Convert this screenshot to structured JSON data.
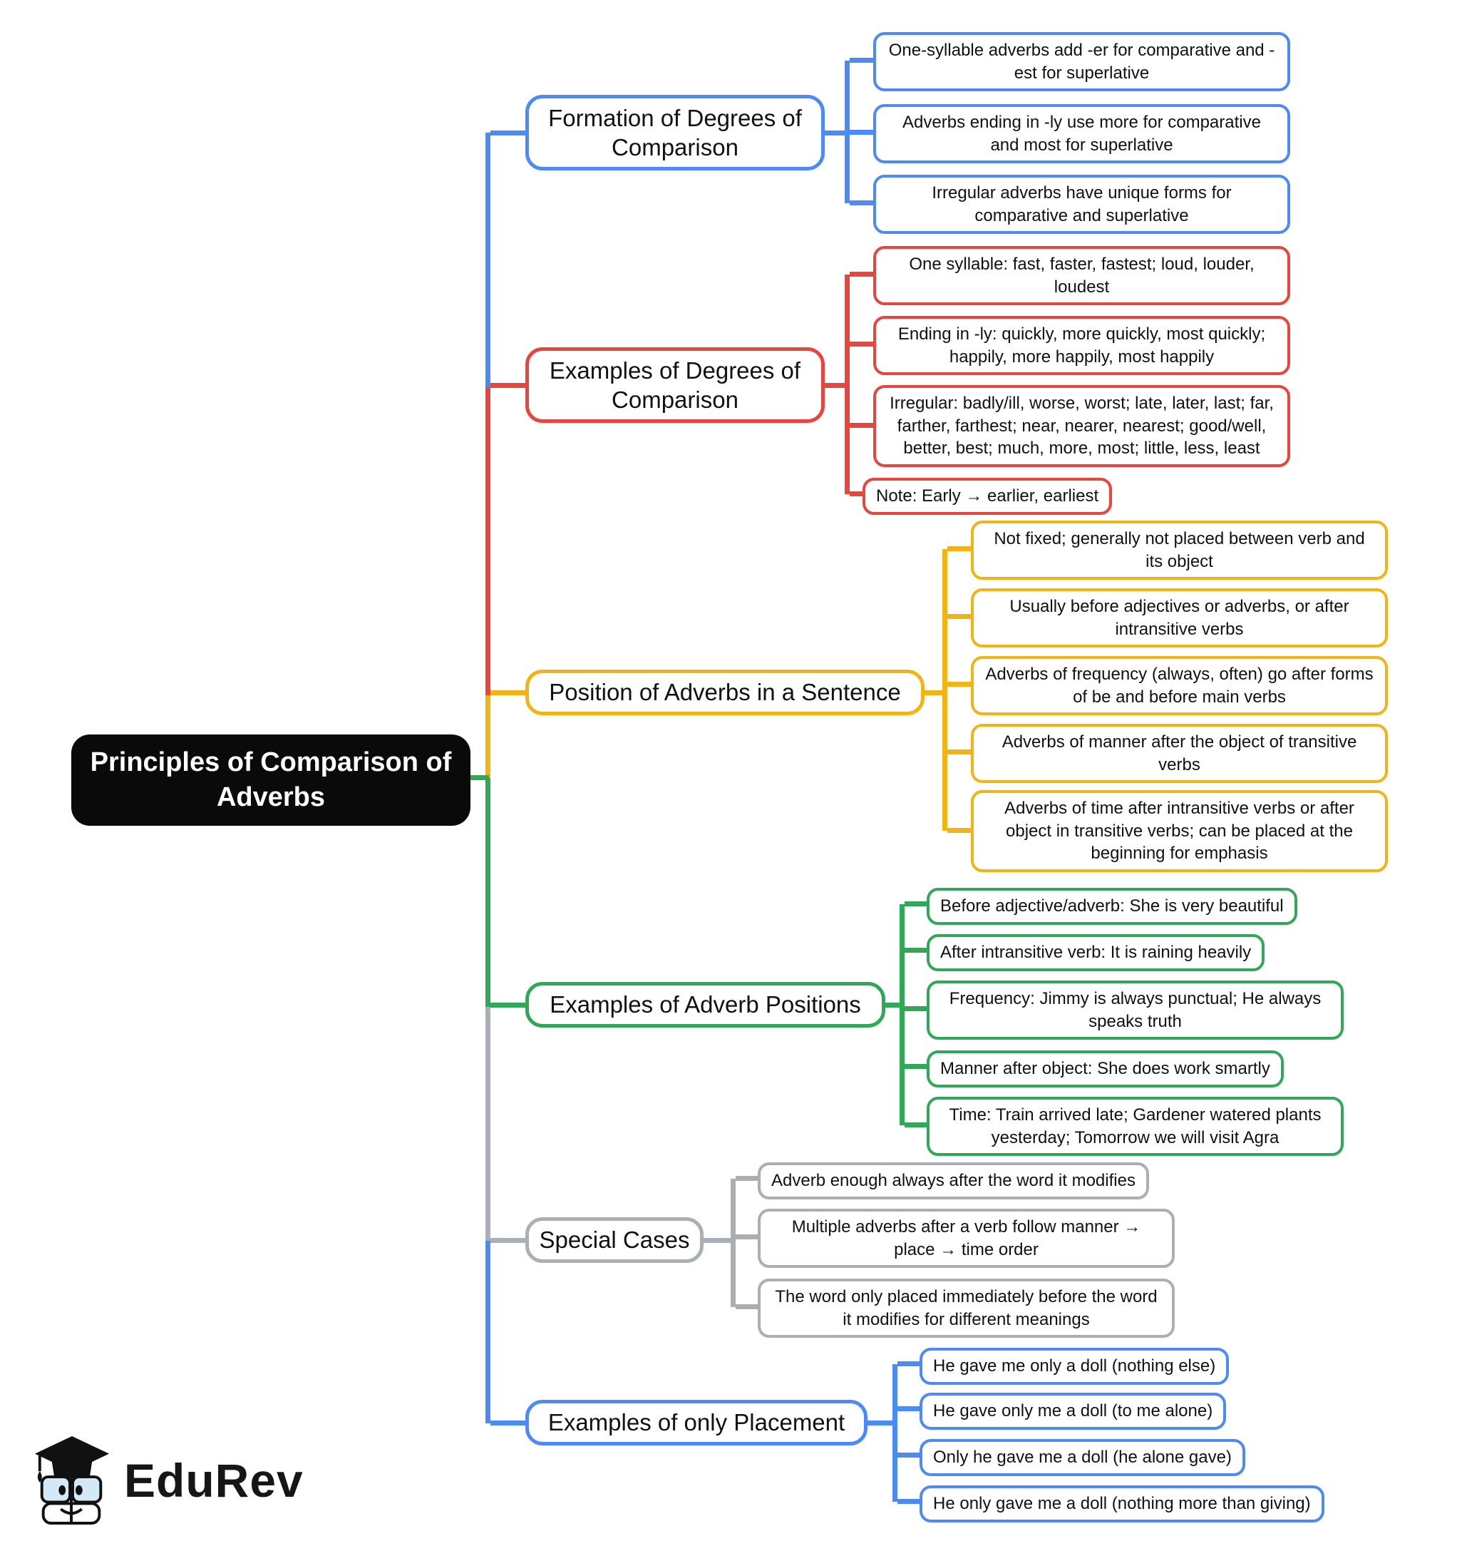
{
  "root": {
    "label": "Principles of Comparison of Adverbs",
    "bg_color": "#0A0A0A",
    "text_color": "#FFFFFF"
  },
  "colors": {
    "blue": "#4C8BF5",
    "red": "#E8463C",
    "yellow": "#F2B415",
    "green": "#2FA858",
    "gray": "#AAAFB4"
  },
  "branches": [
    {
      "label": "Formation of Degrees of Comparison",
      "color_name": "blue",
      "color": "#4C8BF5",
      "children": [
        "One-syllable adverbs add -er for comparative and -est for superlative",
        "Adverbs ending in -ly use more for comparative and most for superlative",
        "Irregular adverbs have unique forms for comparative and superlative"
      ]
    },
    {
      "label": "Examples of Degrees of Comparison",
      "color_name": "red",
      "color": "#E8463C",
      "children": [
        "One syllable: fast, faster, fastest; loud, louder, loudest",
        "Ending in -ly: quickly, more quickly, most quickly; happily, more happily, most happily",
        "Irregular: badly/ill, worse, worst; late, later, last; far, farther, farthest; near, nearer, nearest; good/well, better, best; much, more, most; little, less, least",
        "Note: Early → earlier, earliest"
      ]
    },
    {
      "label": "Position of Adverbs in a Sentence",
      "color_name": "yellow",
      "color": "#F2B415",
      "children": [
        "Not fixed; generally not placed between verb and its object",
        "Usually before adjectives or adverbs, or after intransitive verbs",
        "Adverbs of frequency (always, often) go after forms of be and before main verbs",
        "Adverbs of manner after the object of transitive verbs",
        "Adverbs of time after intransitive verbs or after object in transitive verbs; can be placed at the beginning for emphasis"
      ]
    },
    {
      "label": "Examples of Adverb Positions",
      "color_name": "green",
      "color": "#2FA858",
      "children": [
        "Before adjective/adverb: She is very beautiful",
        "After intransitive verb: It is raining heavily",
        "Frequency: Jimmy is always punctual; He always speaks truth",
        "Manner after object: She does work smartly",
        "Time: Train arrived late; Gardener watered plants yesterday; Tomorrow we will visit Agra"
      ]
    },
    {
      "label": "Special Cases",
      "color_name": "gray",
      "color": "#AAAFB4",
      "children": [
        "Adverb enough always after the word it modifies",
        "Multiple adverbs after a verb follow manner → place → time order",
        "The word only placed immediately before the word it modifies for different meanings"
      ]
    },
    {
      "label": "Examples of only Placement",
      "color_name": "blue",
      "color": "#4C8BF5",
      "children": [
        "He gave me only a doll (nothing else)",
        "He gave only me a doll (to me alone)",
        "Only he gave me a doll (he alone gave)",
        "He only gave me a doll (nothing more than giving)"
      ]
    }
  ],
  "logo": {
    "text": "EduRev"
  }
}
